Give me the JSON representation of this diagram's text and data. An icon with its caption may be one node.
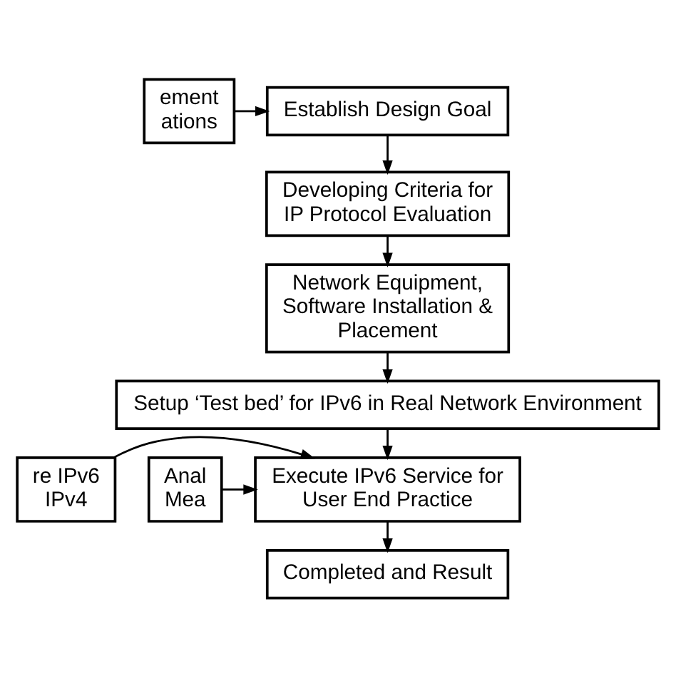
{
  "diagram": {
    "nodes": [
      {
        "text": [
          "ement ations"
        ]
      },
      {
        "text": [
          "Establish Design Goal"
        ]
      },
      {
        "text": [
          "Developing Criteria for IP Protocol Evaluation"
        ]
      },
      {
        "text": [
          "Network Equipment, Software Installation & Placement"
        ]
      },
      {
        "text": [
          "Setup ‘Test bed’ for IPv6 in Real Network Environment"
        ]
      },
      {
        "text": [
          "re IPv6 IPv4"
        ]
      },
      {
        "text": [
          "Execute IPv6 Service for User End Practice"
        ]
      },
      {
        "text": [
          "Anal Mea"
        ]
      },
      {
        "text": [
          "Completed and Result"
        ]
      }
    ],
    "edges": [
      {
        "from": 0,
        "to": 1,
        "arrow": "to"
      },
      {
        "from": 1,
        "to": 2,
        "arrow": "to"
      },
      {
        "from": 2,
        "to": 3,
        "arrow": "to"
      },
      {
        "from": 3,
        "to": 4,
        "arrow": "to"
      },
      {
        "from": 4,
        "to": 6,
        "arrow": "to"
      },
      {
        "from": 5,
        "to": 6,
        "arrow": "to"
      },
      {
        "from": 7,
        "to": 6,
        "arrow": "to"
      },
      {
        "from": 6,
        "to": 8,
        "arrow": "to"
      }
    ]
  }
}
